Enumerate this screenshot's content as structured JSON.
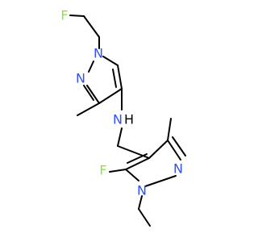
{
  "molecule": {
    "colors": {
      "carbon": "#000000",
      "nitrogen": "#3050F8",
      "fluorine": "#90E050",
      "background": "#ffffff"
    },
    "atom_labels": {
      "n1_top": "N",
      "n2_top": "N",
      "f_top": "F",
      "nh_n": "N",
      "nh_h": "H",
      "n1_bottom": "N",
      "n2_bottom": "N",
      "f_bottom": "F"
    }
  }
}
